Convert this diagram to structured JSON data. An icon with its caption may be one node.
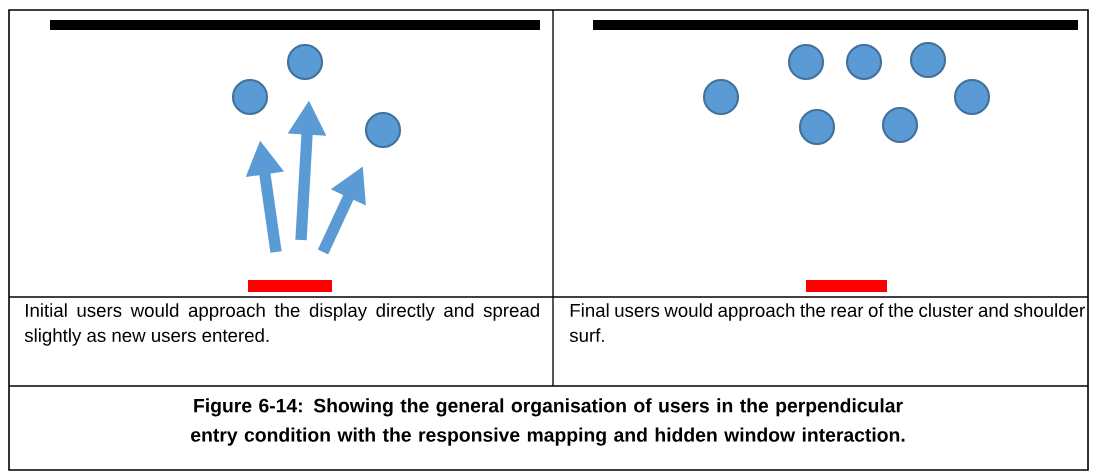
{
  "diagram": {
    "caption": "Figure 6-14: Showing the general organisation of users in the perpendicular entry condition with the responsive mapping and hidden window interaction.",
    "labels": [
      "Initial users would approach the display directly and spread slightly as new users entered.",
      "Final users would approach the rear of the cluster and shoulder surf."
    ]
  }
}
